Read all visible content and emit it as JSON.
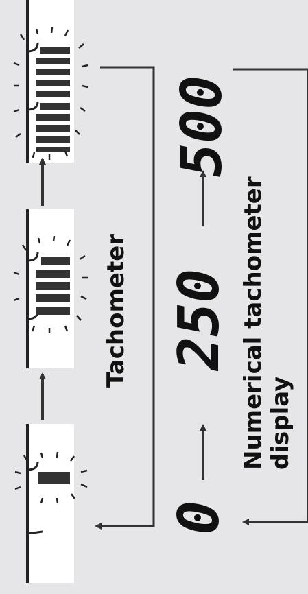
{
  "labels": {
    "tachometer": "Tachometer",
    "numerical_line1": "Numerical tachometer",
    "numerical_line2": "display"
  },
  "numeric_readouts": [
    "0",
    "250",
    "500"
  ],
  "tachometer_fill_levels": [
    0.2,
    0.55,
    1.0
  ],
  "colors": {
    "background": "#e6e6e8",
    "panel": "#ffffff",
    "ink": "#222222",
    "segment": "#333333"
  }
}
